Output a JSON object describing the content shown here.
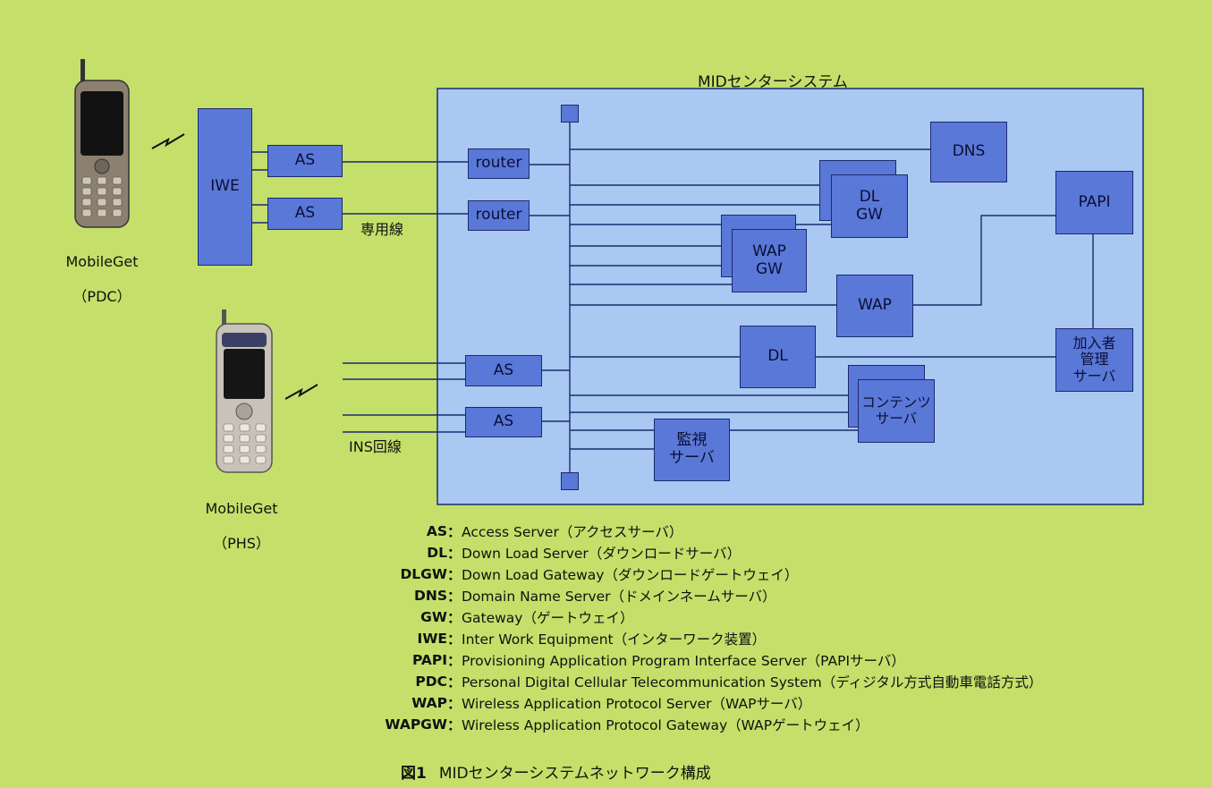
{
  "colors": {
    "background": "#c4e06a",
    "system_box": "#a9c8f2",
    "node_fill": "#5a78d8",
    "node_border": "#1b2a6e"
  },
  "center_title": "MIDセンターシステム",
  "phones": [
    {
      "name": "MobileGet",
      "sub": "（PDC）"
    },
    {
      "name": "MobileGet",
      "sub": "（PHS）"
    }
  ],
  "nodes": {
    "iwe": "IWE",
    "as1": "AS",
    "as2": "AS",
    "router1": "router",
    "router2": "router",
    "as3": "AS",
    "as4": "AS",
    "dns": "DNS",
    "dlgw": "DL\nGW",
    "wapgw": "WAP\nGW",
    "wap": "WAP",
    "dl": "DL",
    "papi": "PAPI",
    "subscriber": "加入者\n管理\nサーバ",
    "content": "コンテンツ\nサーバ",
    "monitor": "監視\nサーバ"
  },
  "line_labels": {
    "leased": "専用線",
    "ins": "INS回線"
  },
  "legend": [
    {
      "abbr": "AS",
      "text": "Access Server（アクセスサーバ）"
    },
    {
      "abbr": "DL",
      "text": "Down Load Server（ダウンロードサーバ）"
    },
    {
      "abbr": "DLGW",
      "text": "Down Load Gateway（ダウンロードゲートウェイ）"
    },
    {
      "abbr": "DNS",
      "text": "Domain Name Server（ドメインネームサーバ）"
    },
    {
      "abbr": "GW",
      "text": "Gateway（ゲートウェイ）"
    },
    {
      "abbr": "IWE",
      "text": "Inter Work Equipment（インターワーク装置）"
    },
    {
      "abbr": "PAPI",
      "text": "Provisioning Application Program Interface Server（PAPIサーバ）"
    },
    {
      "abbr": "PDC",
      "text": "Personal Digital Cellular Telecommunication System（ディジタル方式自動車電話方式）"
    },
    {
      "abbr": "WAP",
      "text": "Wireless Application Protocol Server（WAPサーバ）"
    },
    {
      "abbr": "WAPGW",
      "text": "Wireless Application Protocol Gateway（WAPゲートウェイ）"
    }
  ],
  "legend_colon": "：",
  "caption": {
    "number": "図1",
    "title": "MIDセンターシステムネットワーク構成"
  }
}
